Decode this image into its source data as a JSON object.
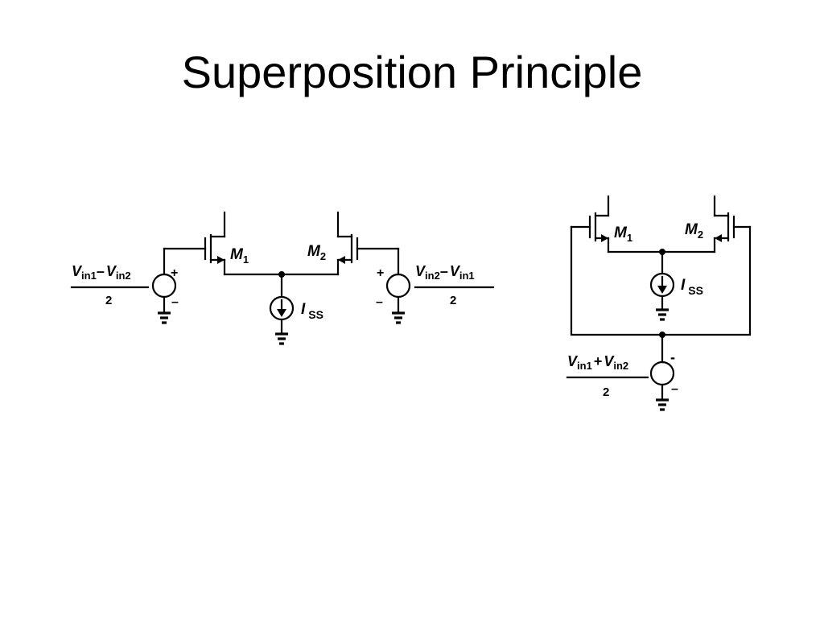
{
  "slide": {
    "title": "Superposition Principle"
  },
  "left_circuit": {
    "m1": "M",
    "m1_sub": "1",
    "m2": "M",
    "m2_sub": "2",
    "iss": "I",
    "iss_sub": "SS",
    "src_left": {
      "v1": "V",
      "v1_sub": "in1",
      "minus": "–",
      "v2": "V",
      "v2_sub": "in2",
      "den": "2",
      "plus": "+",
      "neg": "–"
    },
    "src_right": {
      "v1": "V",
      "v1_sub": "in2",
      "minus": "–",
      "v2": "V",
      "v2_sub": "in1",
      "den": "2",
      "plus": "+",
      "neg": "–"
    }
  },
  "right_circuit": {
    "m1": "M",
    "m1_sub": "1",
    "m2": "M",
    "m2_sub": "2",
    "iss": "I",
    "iss_sub": "SS",
    "src": {
      "v1": "V",
      "v1_sub": "in1",
      "plus": "+",
      "v2": "V",
      "v2_sub": "in2",
      "den": "2",
      "top_sign": "-",
      "neg": "–"
    }
  },
  "icons": [
    "nmos-transistor-icon",
    "current-source-icon",
    "voltage-source-icon",
    "ground-icon"
  ]
}
